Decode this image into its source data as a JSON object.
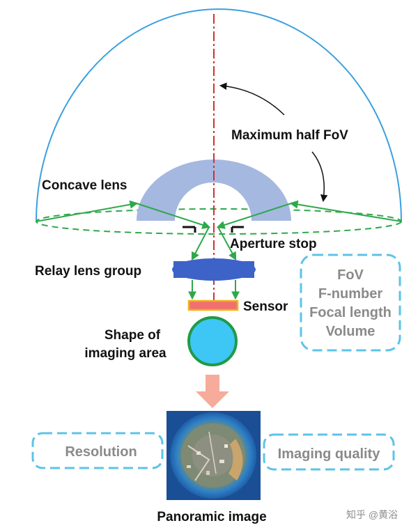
{
  "labels": {
    "max_half_fov": "Maximum half FoV",
    "concave_lens": "Concave lens",
    "aperture_stop": "Aperture stop",
    "relay_lens_group": "Relay lens group",
    "sensor": "Sensor",
    "shape_line1": "Shape of",
    "shape_line2": "imaging area",
    "panoramic_image": "Panoramic image"
  },
  "parameters_box": {
    "items": [
      "FoV",
      "F-number",
      "Focal length",
      "Volume"
    ]
  },
  "resolution_box": {
    "label": "Resolution"
  },
  "quality_box": {
    "label": "Imaging quality"
  },
  "watermark": "知乎 @黄浴",
  "colors": {
    "dome_outline": "#3b9fe0",
    "optical_axis": "#d32f2f",
    "lens": "#a5b8e0",
    "ray": "#2ea84a",
    "relay_lens": "#3d63c9",
    "sensor_fill": "#f07070",
    "sensor_border": "#f2b21c",
    "imaging_area_fill": "#3ec6f5",
    "imaging_area_border": "#1f9a47",
    "dashed_box": "#5cc3e8",
    "gray_text": "#8a8a8a",
    "big_arrow": "#f7ab9b"
  }
}
